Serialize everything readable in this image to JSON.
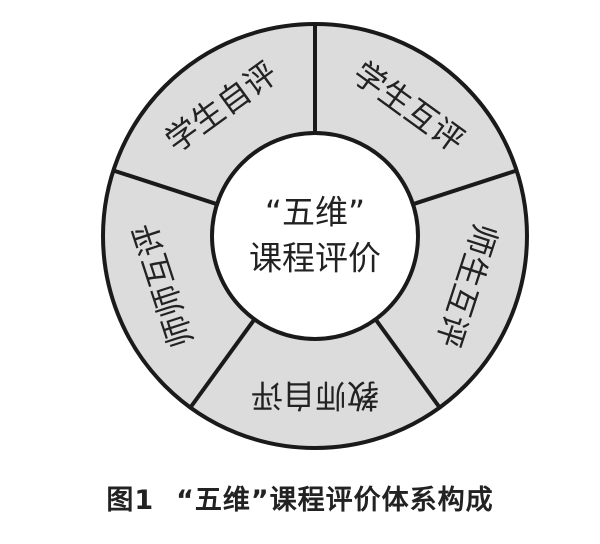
{
  "center": {
    "line1": "“五维”",
    "line2": "课程评价"
  },
  "segments": [
    {
      "label": "学生自评"
    },
    {
      "label": "学生互评"
    },
    {
      "label": "师生互评"
    },
    {
      "label": "教师自评"
    },
    {
      "label": "师师互评"
    }
  ],
  "caption": {
    "figure": "图1",
    "text": "“五维”课程评价体系构成"
  },
  "colors": {
    "ring_fill": "#dcdcdc",
    "outline": "#1a1a1a",
    "center_fill": "#ffffff",
    "text": "#222222"
  }
}
